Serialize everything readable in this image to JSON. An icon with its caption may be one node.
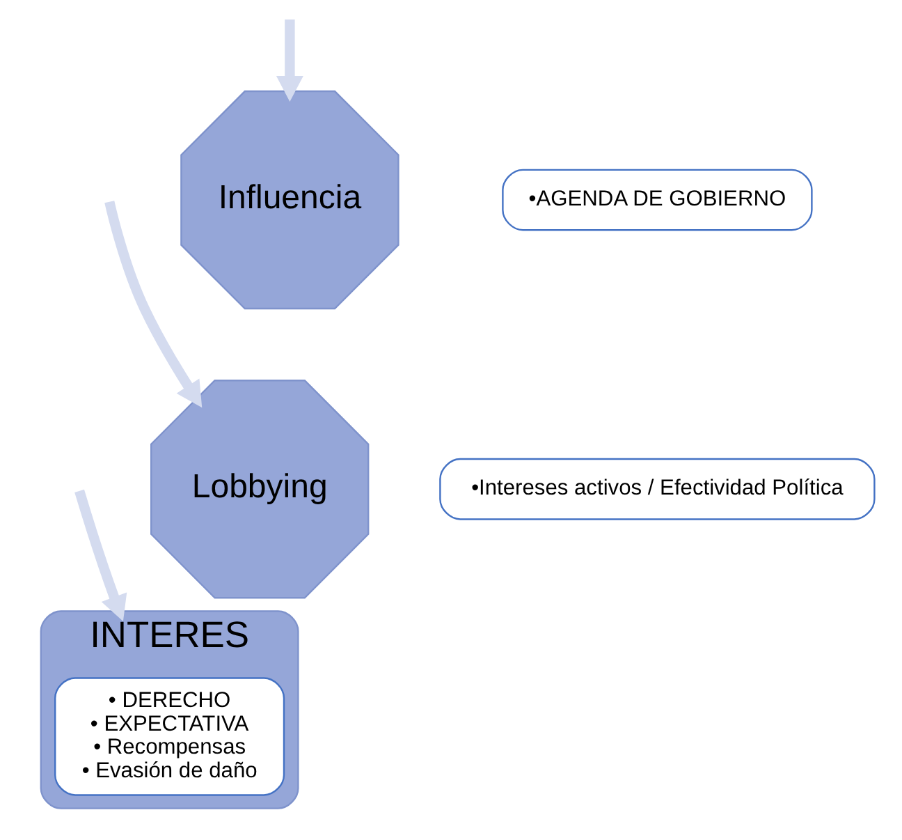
{
  "diagram": {
    "nodes": [
      {
        "text": [
          "Influencia"
        ]
      },
      {
        "text": [
          "•AGENDA DE GOBIERNO"
        ]
      },
      {
        "text": [
          "Lobbying"
        ]
      },
      {
        "text": [
          "•Intereses activos / Efectividad Política"
        ]
      },
      {
        "text": [
          "INTERES"
        ]
      },
      {
        "text": [
          "• DERECHO",
          "• EXPECTATIVA",
          "• Recompensas",
          "• Evasión de daño"
        ],
        "in": 4
      }
    ],
    "edges": [
      {
        "from": null,
        "to": 0,
        "arrow": "to"
      },
      {
        "from": null,
        "to": 2,
        "arrow": "to"
      },
      {
        "from": null,
        "to": 4,
        "arrow": "to"
      }
    ]
  }
}
